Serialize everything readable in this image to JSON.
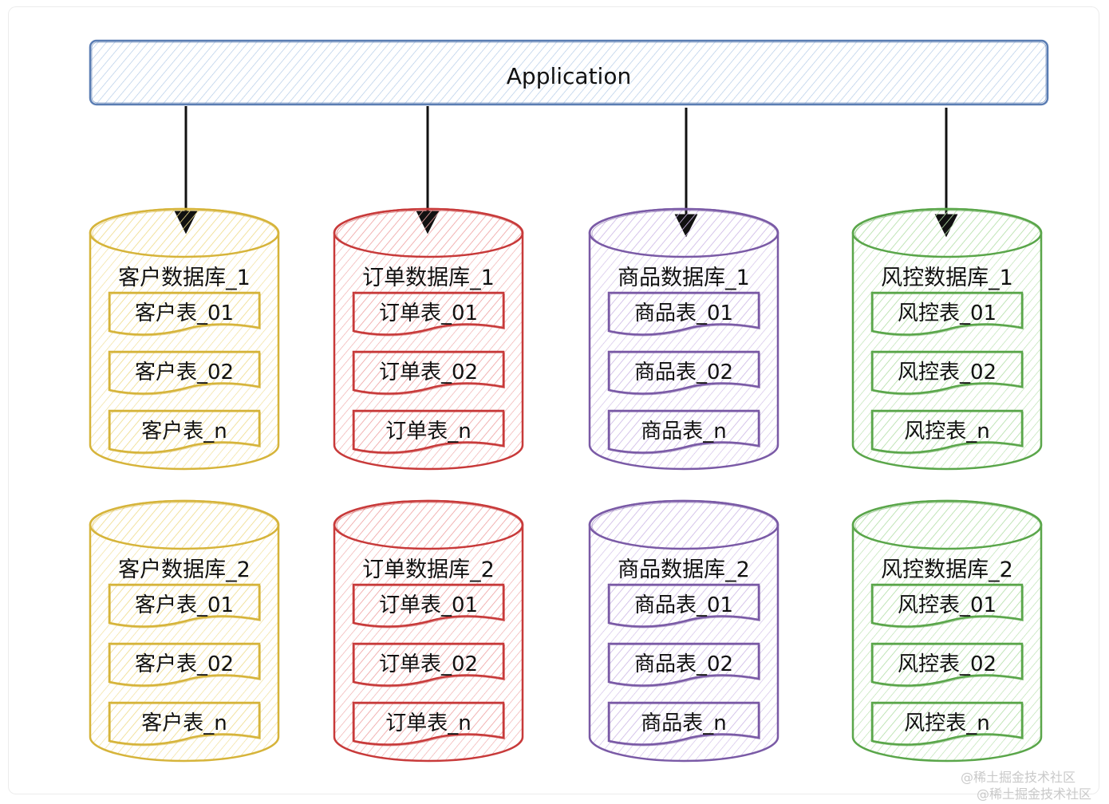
{
  "application": {
    "label": "Application"
  },
  "rows": [
    {
      "databases": [
        {
          "name": "客户数据库_1",
          "tables": [
            "客户表_01",
            "客户表_02",
            "客户表_n"
          ],
          "color": "#d6b43a"
        },
        {
          "name": "订单数据库_1",
          "tables": [
            "订单表_01",
            "订单表_02",
            "订单表_n"
          ],
          "color": "#c83a3a"
        },
        {
          "name": "商品数据库_1",
          "tables": [
            "商品表_01",
            "商品表_02",
            "商品表_n"
          ],
          "color": "#7a5aa6"
        },
        {
          "name": "风控数据库_1",
          "tables": [
            "风控表_01",
            "风控表_02",
            "风控表_n"
          ],
          "color": "#5aa64a"
        }
      ]
    },
    {
      "databases": [
        {
          "name": "客户数据库_2",
          "tables": [
            "客户表_01",
            "客户表_02",
            "客户表_n"
          ],
          "color": "#d6b43a"
        },
        {
          "name": "订单数据库_2",
          "tables": [
            "订单表_01",
            "订单表_02",
            "订单表_n"
          ],
          "color": "#c83a3a"
        },
        {
          "name": "商品数据库_2",
          "tables": [
            "商品表_01",
            "商品表_02",
            "商品表_n"
          ],
          "color": "#7a5aa6"
        },
        {
          "name": "风控数据库_2",
          "tables": [
            "风控表_01",
            "风控表_02",
            "风控表_n"
          ],
          "color": "#5aa64a"
        }
      ]
    }
  ],
  "watermark": {
    "line1": "@稀土掘金技术社区",
    "line2": "@稀土掘金技术社区"
  }
}
